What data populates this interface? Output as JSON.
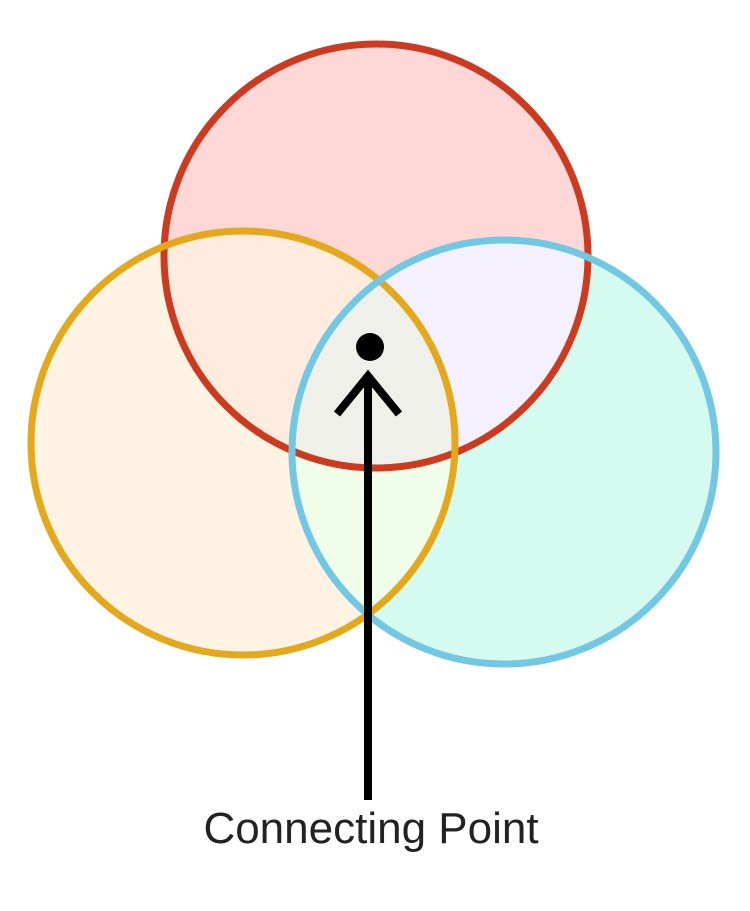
{
  "diagram": {
    "caption": "Connecting Point",
    "circles": [
      {
        "id": "top",
        "stroke": "#cc3a1f",
        "fill": "#fdd8d6"
      },
      {
        "id": "left",
        "stroke": "#e4a81c",
        "fill": "#fff4e3"
      },
      {
        "id": "right",
        "stroke": "#72c8e2",
        "fill": "#d5fbf0"
      }
    ],
    "overlaps": {
      "top_left": "#ffecdf",
      "top_right": "#f4f0fd",
      "left_right": "#f0fde9",
      "center": "#f0f0ea"
    },
    "pointer_color": "#000000"
  }
}
